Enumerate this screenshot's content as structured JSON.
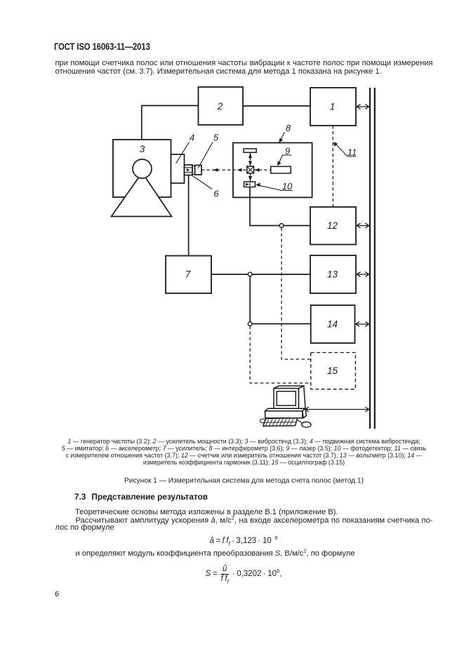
{
  "page": {
    "header": "ГОСТ ISO 16063-11—2013",
    "page_number": "6"
  },
  "intro_paragraph": {
    "line1": "при помощи счетчика полос или отношения частоты вибрации к частоте полос при помощи измерения",
    "line2": "отношения частот (см. 3.7). Измерительная система для метода 1 показана на рисунке 1."
  },
  "figure": {
    "block_labels": {
      "b1": "1",
      "b2": "2",
      "b3": "3",
      "b7": "7",
      "b12": "12",
      "b13": "13",
      "b14": "14",
      "b15": "15"
    },
    "callout_labels": {
      "l4": "4",
      "l5": "5",
      "l6": "6",
      "l8": "8",
      "l9": "9",
      "l10": "10",
      "l11": "11"
    },
    "legend_lines": [
      "1 — генератор частоты (3.2); 2 — усилитель мощности (3.3); 3 — вибростенд (3.3); 4 — подвижная система вибростенда;",
      "5 — имитатор; 6 — акселерометр; 7 — усилитель; 8 — интерферометр (3.6); 9 — лазер (3.5); 10 — фотодетектор; 11 — связь",
      "с измерителем отношения частот (3.7); 12 — счетчик или измеритель отношения частот (3.7); 13 — вольтметр (3.10); 14 —",
      "измеритель коэффициента гармоник (3.11); 15 — осциллограф (3.15)"
    ],
    "caption": "Рисунок 1 — Измерительная система для метода счета полос (метод 1)"
  },
  "results_section": {
    "heading_number": "7.3",
    "heading_text": "Представление результатов",
    "para1": "Теоретические основы метода изложены в разделе B.1 (приложение B).",
    "para2_line1": "Рассчитывают амплитуду ускорения <i>â</i>, м/с<sup>2</sup>, на входе акселерометра по показаниям счетчика по-",
    "para2_line2": "лос по формуле",
    "para3": "и определяют модуль коэффициента преобразования <i>S</i>, В/м/с<sup>2</sup>, по формуле",
    "formula1": {
      "lhs": "â",
      "eq": "=",
      "f": "f f",
      "fsub": "f",
      "mult": " · 3,123 · 10",
      "exp": "6"
    },
    "formula2": {
      "lhs": "S",
      "eq": "=",
      "num": "û",
      "den": "f f",
      "densub": "f",
      "mult": " · 0,3202 · 10",
      "exp": "6",
      "tail": ","
    }
  }
}
